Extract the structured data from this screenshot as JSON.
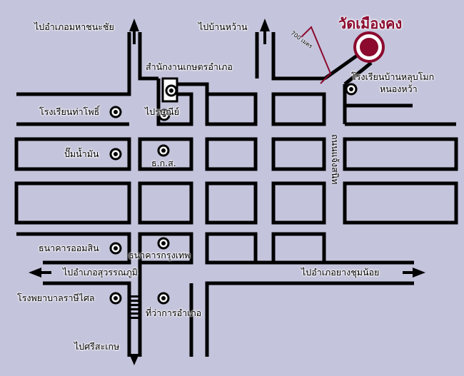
{
  "destination": {
    "name": "วัดเมืองคง",
    "distance": "700 เมตร",
    "color": "#8c0a2e"
  },
  "directions": {
    "north_left": "ไปอำเภอมหาชนะชัย",
    "north_center": "ไปบ้านหว้าน",
    "west": "ไปอำเภอสุวรรณภูมิ",
    "east": "ไปอำเภอยางชุมน้อย",
    "south": "ไปศรีสะเกษ"
  },
  "road_name": "ถนนแจ้งสนิท",
  "landmarks": {
    "agri_office": "สำนักงานเกษตรอำเภอ",
    "post_office": "ไปรษณีย์",
    "school_tha_pho": "โรงเรียนท่าโพธิ์",
    "gas_station": "ปั๊มน้ำมัน",
    "baac": "ธ.ก.ส.",
    "gsb": "ธนาคารออมสิน",
    "bangkok_bank": "ธนาคารกรุงเทพ",
    "hospital": "โรงพยาบาลราษีไศล",
    "district_office": "ที่ว่าการอำเภอ",
    "school_nong_wa": "โรงเรียนบ้านหลุบโมก",
    "school_nong_wa_2": "หนองหว้า"
  },
  "icons": {
    "landmark": "circle-dot-icon",
    "arrow": "arrow-icon",
    "temple": "temple-marker-icon",
    "crosswalk": "crosswalk-icon"
  },
  "colors": {
    "background": "#c4c4dc",
    "road_line": "#000000",
    "road_fill": "#ffffff"
  }
}
